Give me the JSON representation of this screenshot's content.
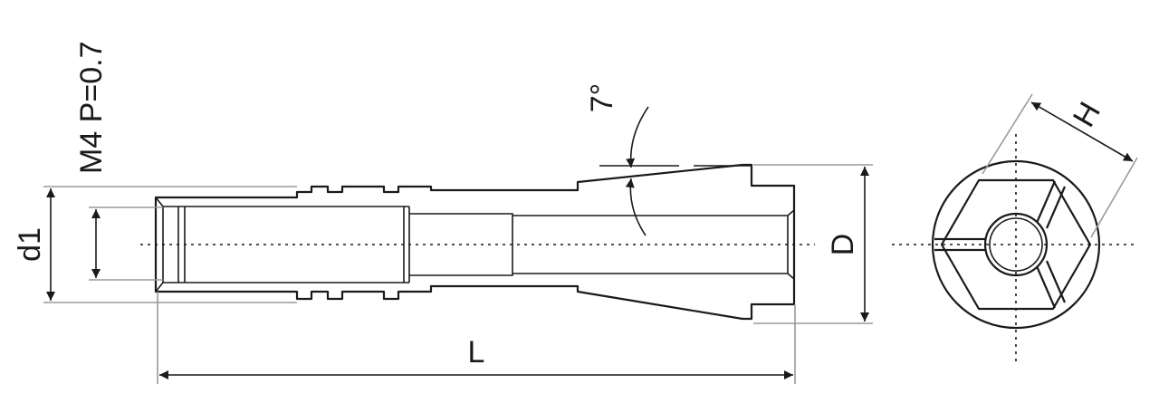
{
  "labels": {
    "thread_spec": "M4 P=0.7",
    "diameter_d1": "d1",
    "length_L": "L",
    "diameter_D": "D",
    "taper_angle": "7°",
    "hex_width_H": "H"
  },
  "colors": {
    "outline": "#1a1a1a",
    "extension_line": "#9a9a9a",
    "background": "#ffffff"
  }
}
